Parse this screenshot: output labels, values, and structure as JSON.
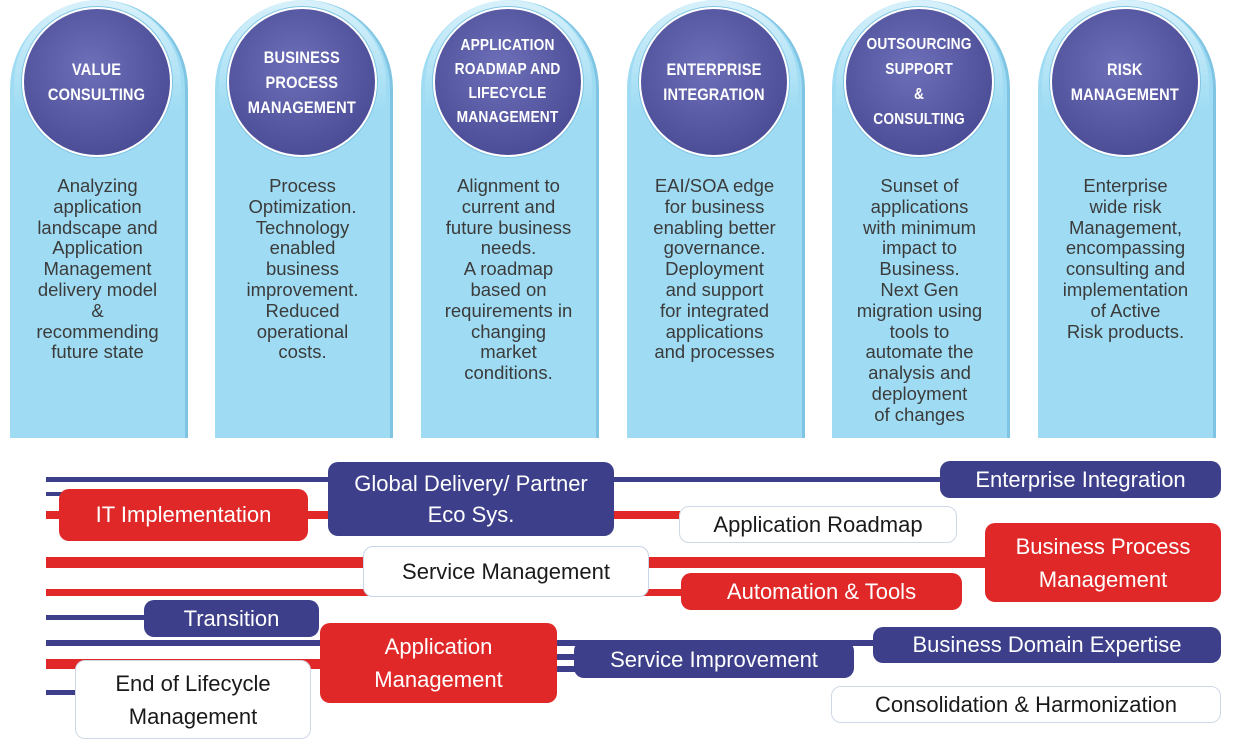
{
  "cards": [
    {
      "title": "VALUE\nCONSULTING",
      "desc": "Analyzing\napplication\nlandscape and\nApplication\nManagement\ndelivery model\n&\nrecommending\nfuture state"
    },
    {
      "title": "BUSINESS\nPROCESS\nMANAGEMENT",
      "desc": "Process\nOptimization.\nTechnology\nenabled\nbusiness\nimprovement.\nReduced\noperational\ncosts."
    },
    {
      "title": "APPLICATION\nROADMAP AND\nLIFECYCLE\nMANAGEMENT",
      "desc": "Alignment to\ncurrent and\nfuture business\nneeds.\nA roadmap\nbased on\nrequirements in\nchanging\nmarket\nconditions."
    },
    {
      "title": "ENTERPRISE\nINTEGRATION",
      "desc": "EAI/SOA edge\nfor business\nenabling better\ngovernance.\nDeployment\nand support\nfor integrated\napplications\nand processes"
    },
    {
      "title": "OUTSOURCING\nSUPPORT\n&\nCONSULTING",
      "desc": "Sunset of\napplications\nwith minimum\nimpact to\nBusiness.\nNext Gen\nmigration using\ntools to\nautomate the\nanalysis and\ndeployment\nof  changes"
    },
    {
      "title": "RISK\nMANAGEMENT",
      "desc": "Enterprise\nwide risk\nManagement,\nencompassing\nconsulting and\nimplementation\nof Active\nRisk products."
    }
  ],
  "pills": {
    "global_delivery": "Global Delivery/ Partner\nEco Sys.",
    "enterprise_integration": "Enterprise Integration",
    "it_implementation": "IT Implementation",
    "application_roadmap": "Application Roadmap",
    "business_process_management": "Business Process\nManagement",
    "service_management": "Service Management",
    "automation_tools": "Automation & Tools",
    "transition": "Transition",
    "application_management": "Application\nManagement",
    "service_improvement": "Service Improvement",
    "business_domain_expertise": "Business Domain Expertise",
    "end_of_lifecycle": "End of Lifecycle\nManagement",
    "consolidation": "Consolidation & Harmonization"
  },
  "colors": {
    "card_fill": "#9fdcf3",
    "circle_fill": "#4e4f99",
    "navy": "#3d3f8a",
    "red": "#e02828"
  }
}
